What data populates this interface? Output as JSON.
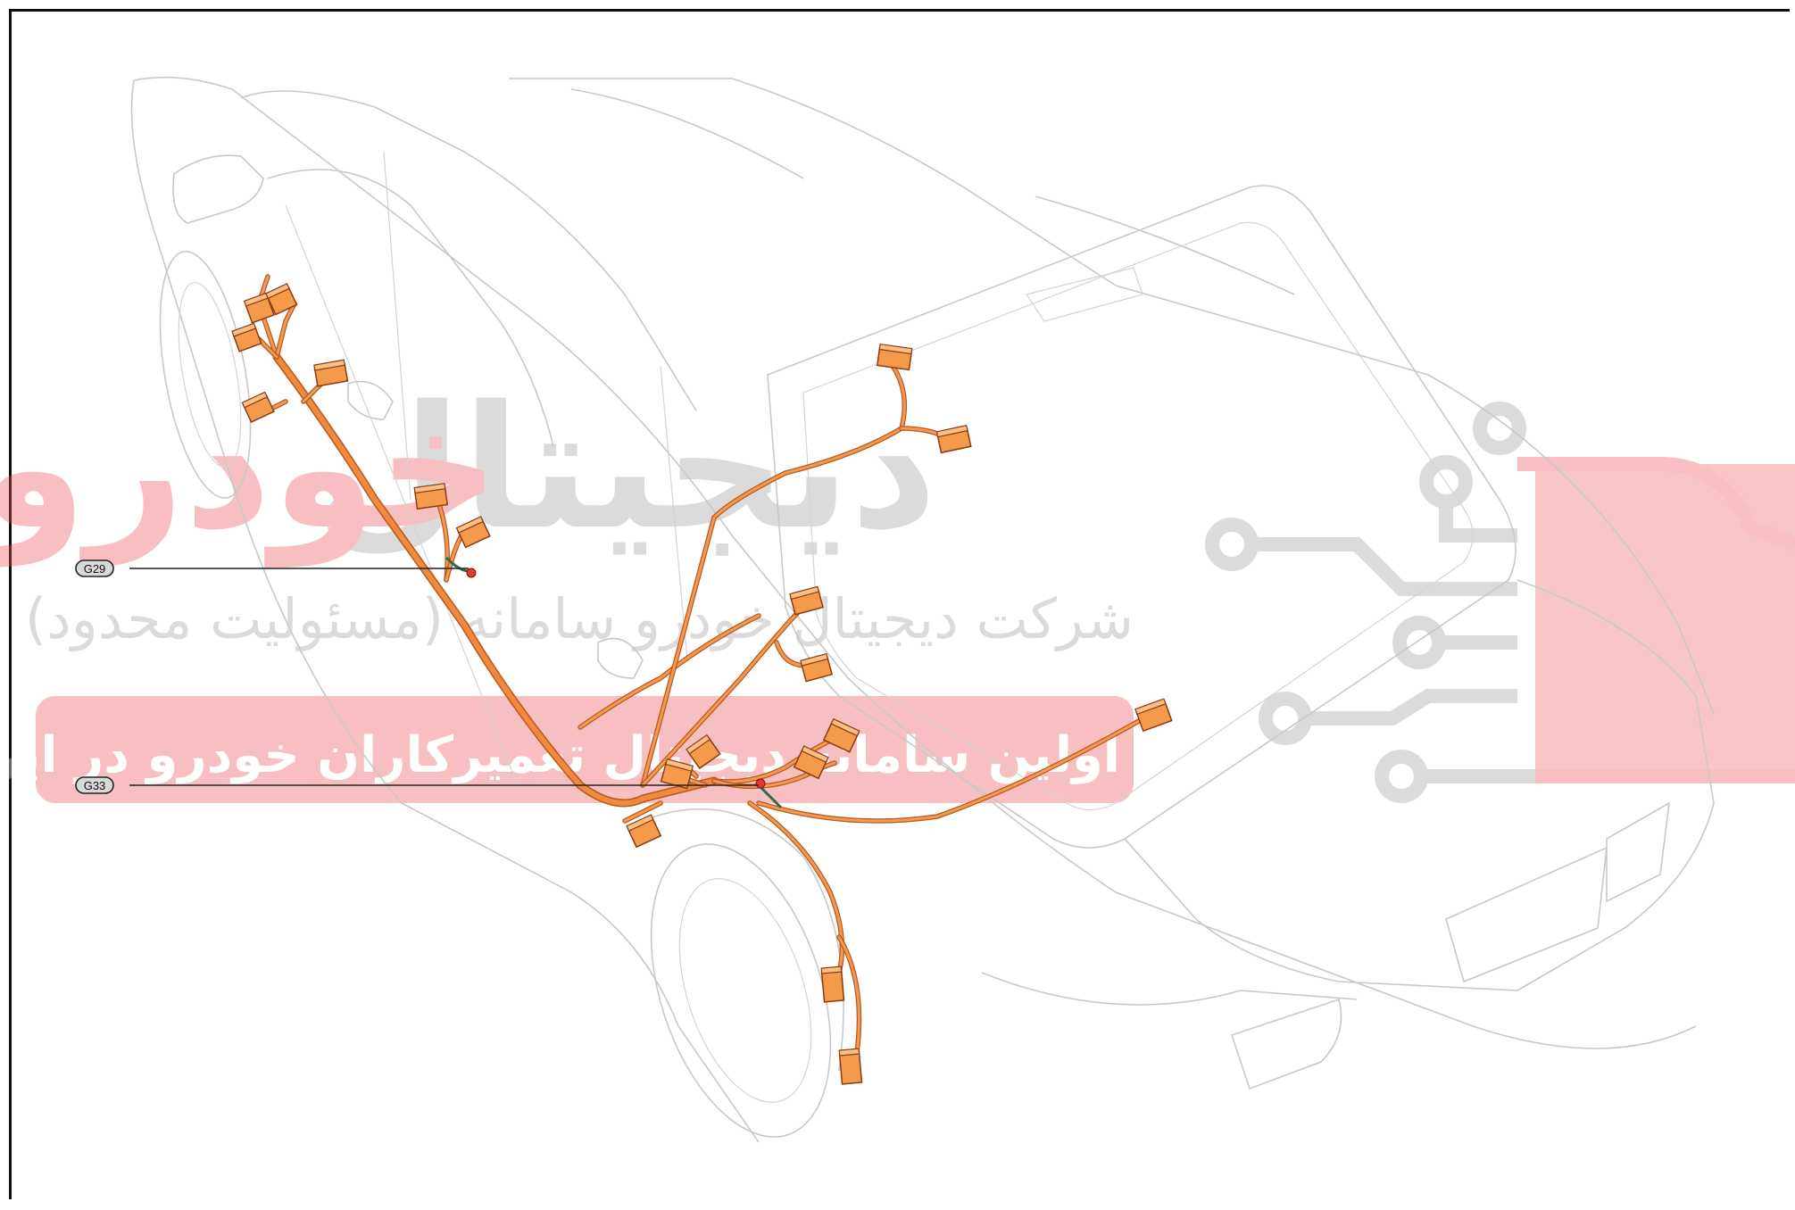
{
  "watermark": {
    "company_line": "شرکت دیجیتال خودرو سامانه (مسئولیت محدود)",
    "banner_line": "اولین سامانه دیجیتال تعمیرکاران خودرو در ایران",
    "logo_word_1": "دیجیتال",
    "logo_word_2": "خودرو",
    "colors": {
      "red": "#e94b4f",
      "gray": "#9a9a9a"
    }
  },
  "callouts": [
    {
      "label": "G29",
      "target": "ground-point-g29"
    },
    {
      "label": "G33",
      "target": "ground-point-g33"
    }
  ],
  "diagram": {
    "subject": "vehicle-wiring-harness-overview",
    "harness_color": "#f08a3e",
    "outline_color": "#c8c8c8"
  }
}
